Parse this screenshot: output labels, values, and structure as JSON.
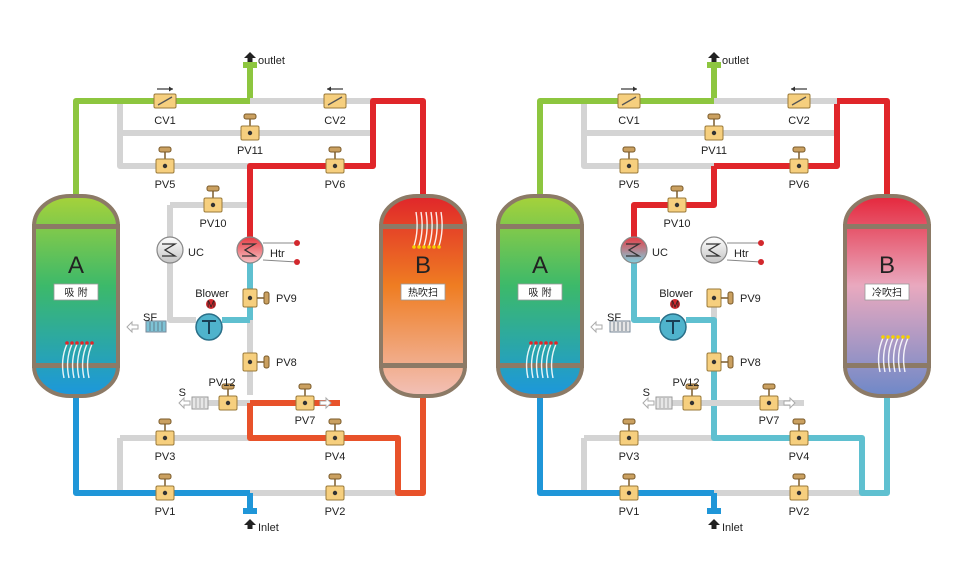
{
  "panels": [
    {
      "id": "left",
      "labels": {
        "outlet": "outlet",
        "inlet": "Inlet",
        "cv1": "CV1",
        "cv2": "CV2",
        "pv11": "PV11",
        "pv5": "PV5",
        "pv6": "PV6",
        "pv10": "PV10",
        "uc": "UC",
        "htr": "Htr",
        "blower": "Blower",
        "motor": "M",
        "pv9": "PV9",
        "sf": "SF",
        "pv8": "PV8",
        "pv12": "PV12",
        "s": "S",
        "pv7": "PV7",
        "pv3": "PV3",
        "pv4": "PV4",
        "pv1": "PV1",
        "pv2": "PV2",
        "tower_a": "A",
        "tower_a_status": "吸 附",
        "tower_b": "B",
        "tower_b_status": "热吹扫"
      }
    },
    {
      "id": "right",
      "labels": {
        "outlet": "outlet",
        "inlet": "Inlet",
        "cv1": "CV1",
        "cv2": "CV2",
        "pv11": "PV11",
        "pv5": "PV5",
        "pv6": "PV6",
        "pv10": "PV10",
        "uc": "UC",
        "htr": "Htr",
        "blower": "Blower",
        "motor": "M",
        "pv9": "PV9",
        "sf": "SF",
        "pv8": "PV8",
        "pv12": "PV12",
        "s": "S",
        "pv7": "PV7",
        "pv3": "PV3",
        "pv4": "PV4",
        "pv1": "PV1",
        "pv2": "PV2",
        "tower_a": "A",
        "tower_a_status": "吸 附",
        "tower_b": "B",
        "tower_b_status": "冷吹扫"
      }
    }
  ],
  "colors": {
    "pipe_idle": "#d4d4d4",
    "pipe_dry_air": "#8dc63f",
    "pipe_inlet": "#1f96d8",
    "pipe_hot": "#e0262a",
    "pipe_hot_return": "#e8522a",
    "pipe_cool": "#5fc0d0",
    "valve_body": "#f6cf7e",
    "tower_shell": "#8c7a66"
  }
}
